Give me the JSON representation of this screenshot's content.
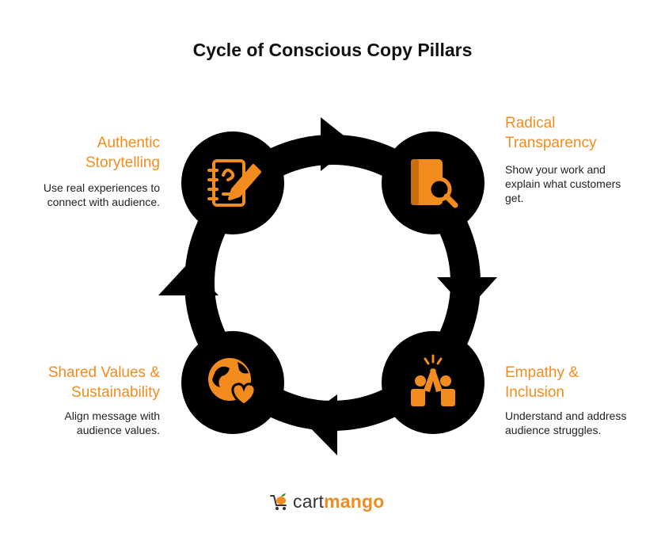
{
  "title": "Cycle of Conscious Copy Pillars",
  "colors": {
    "accent": "#f28c1e",
    "dark": "#000000",
    "text": "#222222"
  },
  "pillars": [
    {
      "heading_lines": [
        "Authentic",
        "Storytelling"
      ],
      "desc_lines": [
        "Use real experiences to",
        "connect with audience."
      ],
      "icon": "notebook-pen-icon"
    },
    {
      "heading_lines": [
        "Radical",
        "Transparency"
      ],
      "desc_lines": [
        "Show your work and",
        "explain what customers",
        "get."
      ],
      "icon": "document-magnifier-icon"
    },
    {
      "heading_lines": [
        "Empathy &",
        "Inclusion"
      ],
      "desc_lines": [
        "Understand and address",
        "audience struggles."
      ],
      "icon": "high-five-icon"
    },
    {
      "heading_lines": [
        "Shared Values &",
        "Sustainability"
      ],
      "desc_lines": [
        "Align message with",
        "audience values."
      ],
      "icon": "globe-heart-icon"
    }
  ],
  "brand": {
    "part1": "cart",
    "part2": "mango",
    "icon": "mango-cart-icon"
  }
}
